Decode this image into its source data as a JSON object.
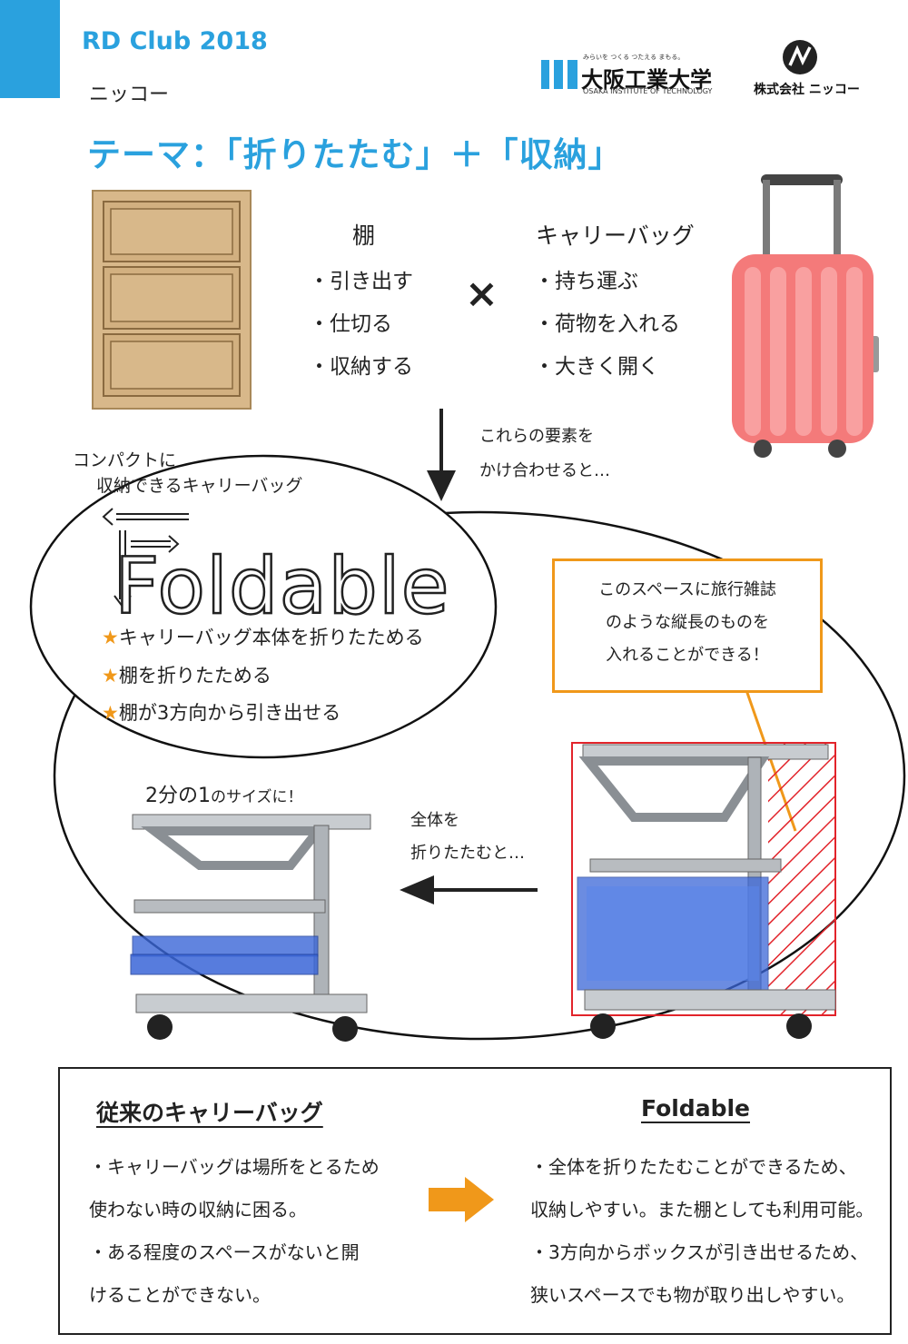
{
  "header": {
    "club": "RD Club 2018",
    "company": "ニッコー",
    "theme": "テーマ：「折りたたむ」＋「収納」",
    "oit_small": "みらいを つくる つたえる まもる。",
    "oit_name": "大阪工業大学",
    "oit_en": "OSAKA INSTITUTE OF TECHNOLOGY",
    "nikko_name": "株式会社 ニッコー"
  },
  "shelf": {
    "title": "棚",
    "items": [
      "・引き出す",
      "・仕切る",
      "・収納する"
    ]
  },
  "bag": {
    "title": "キャリーバッグ",
    "items": [
      "・持ち運ぶ",
      "・荷物を入れる",
      "・大きく開く"
    ]
  },
  "times_symbol": "×",
  "combine_note": [
    "これらの要素を",
    "かけ合わせると…"
  ],
  "catchphrase": [
    "コンパクトに",
    "収納できるキャリーバッグ"
  ],
  "product": {
    "name": "Foldable",
    "features": [
      "キャリーバッグ本体を折りたためる",
      "棚を折りたためる",
      "棚が3方向から引き出せる"
    ],
    "star": "★"
  },
  "callout": [
    "このスペースに旅行雑誌",
    "のような縦長のものを",
    "入れることができる！"
  ],
  "half_size": {
    "a": "2分の1",
    "b": "のサイズに！"
  },
  "fold_note": [
    "全体を",
    "折りたたむと…"
  ],
  "compare": {
    "left_title": "従来のキャリーバッグ",
    "left_lines": [
      "・キャリーバッグは場所をとるため",
      "使わない時の収納に困る。",
      "・ある程度のスペースがないと開",
      "けることができない。"
    ],
    "right_title": "Foldable",
    "right_lines": [
      "・全体を折りたたむことができるため、",
      "収納しやすい。また棚としても利用可能。",
      "・3方向からボックスが引き出せるため、",
      "狭いスペースでも物が取り出しやすい。"
    ]
  },
  "colors": {
    "accent": "#2aa1de",
    "star": "#f0981a",
    "arrow": "#f0981a",
    "suitcase": "#f47a7a",
    "hatch": "#e2242b",
    "box_blue": "#3a66d8"
  }
}
